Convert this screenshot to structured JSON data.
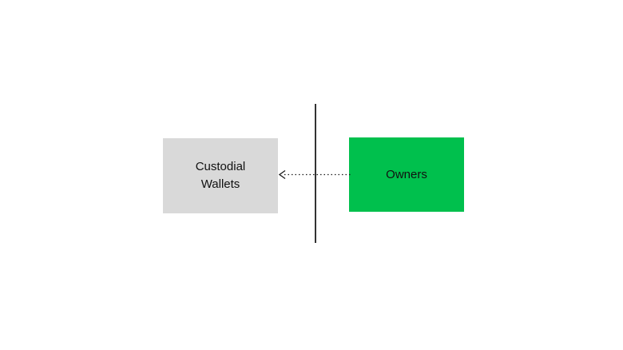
{
  "diagram": {
    "nodes": {
      "custodial_wallets": {
        "label": "Custodial Wallets",
        "fill": "#d9d9d9",
        "text_color": "#111111"
      },
      "owners": {
        "label": "Owners",
        "fill": "#00c04d",
        "text_color": "#111111"
      }
    },
    "divider": {
      "color": "#333333"
    },
    "arrow": {
      "style": "dotted",
      "from": "owners",
      "to": "custodial_wallets",
      "color": "#1a1a1a"
    }
  }
}
